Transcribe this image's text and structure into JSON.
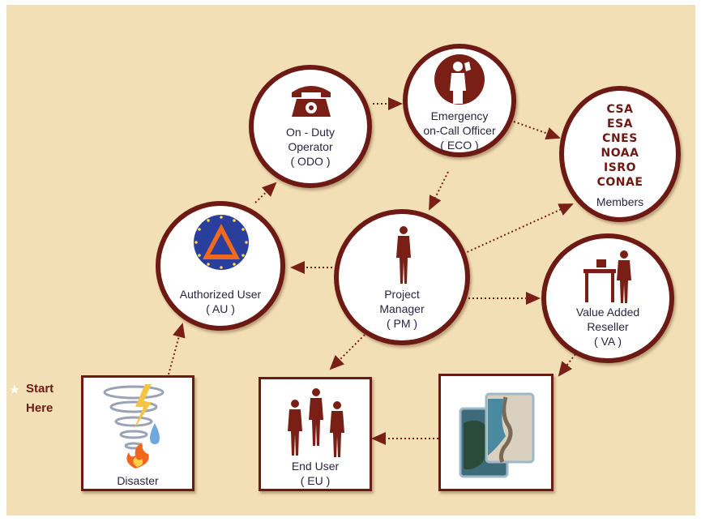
{
  "start": {
    "line1": "Start",
    "line2": "Here"
  },
  "nodes": {
    "odo": {
      "line1": "On - Duty",
      "line2": "Operator",
      "line3": "( ODO )"
    },
    "eco": {
      "line1": "Emergency",
      "line2": "on-Call Officer",
      "line3": "( ECO )"
    },
    "members": {
      "agencies": [
        "CSA",
        "ESA",
        "CNES",
        "NOAA",
        "ISRO",
        "CONAE"
      ],
      "label": "Members"
    },
    "au": {
      "line1": "Authorized User",
      "line2": "( AU )"
    },
    "pm": {
      "line1": "Project",
      "line2": "Manager",
      "line3": "( PM )"
    },
    "va": {
      "line1": "Value Added",
      "line2": "Reseller",
      "line3": "( VA )"
    },
    "disaster": {
      "label": "Disaster"
    },
    "eu": {
      "line1": "End User",
      "line2": "( EU )"
    }
  },
  "colors": {
    "background": "#f3dfb5",
    "border": "#6d1a14",
    "accent": "#7a1f15",
    "logo_blue": "#2a3e9c",
    "logo_orange": "#f06a1e"
  }
}
